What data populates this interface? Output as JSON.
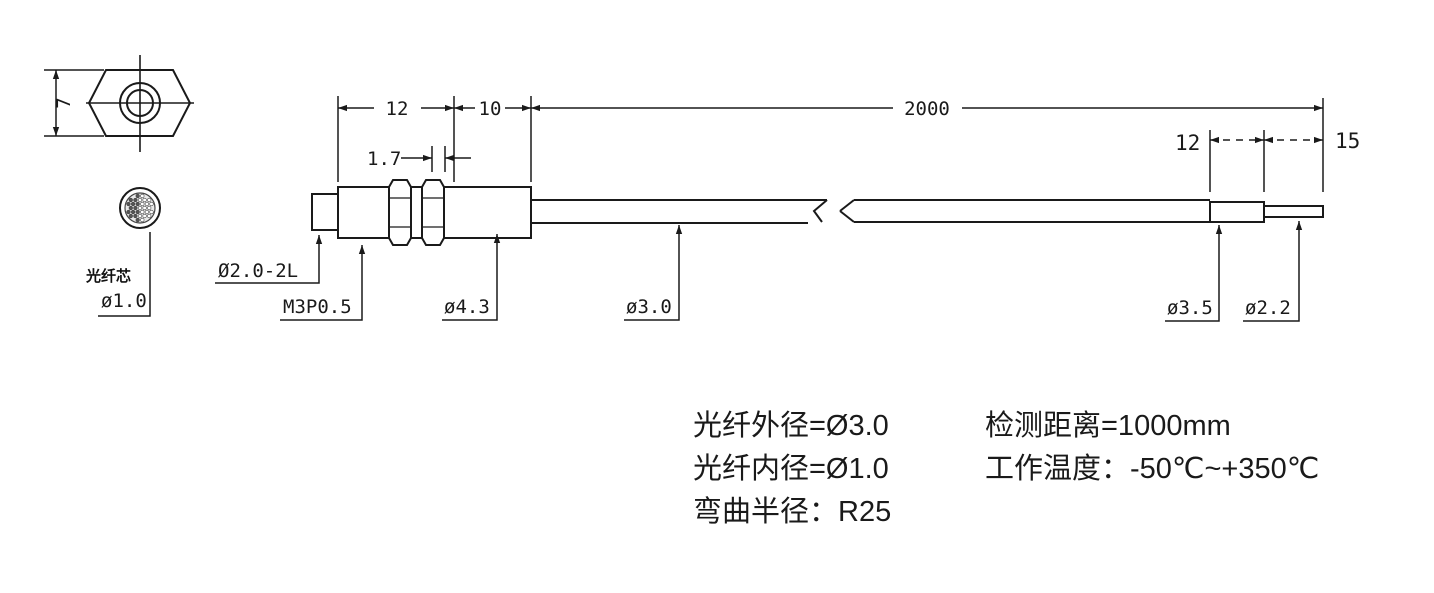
{
  "drawing": {
    "hex_width": "7",
    "fiber_core_label": "光纤芯",
    "fiber_core_dia": "ø1.0",
    "dim_12": "12",
    "dim_10": "10",
    "dim_2000": "2000",
    "dim_1_7": "1.7",
    "dim_end_12": "12",
    "dim_end_15": "15",
    "tip_label": "Ø2.0-2L",
    "thread_label": "M3P0.5",
    "body_dia": "ø4.3",
    "cable_dia": "ø3.0",
    "sleeve_dia": "ø3.5",
    "end_dia": "ø2.2"
  },
  "specs": {
    "outer_dia": "光纤外径=Ø3.0",
    "inner_dia": "光纤内径=Ø1.0",
    "bend_radius": "弯曲半径：R25",
    "detect_distance": "检测距离=1000mm",
    "work_temp": "工作温度：-50℃~+350℃"
  }
}
